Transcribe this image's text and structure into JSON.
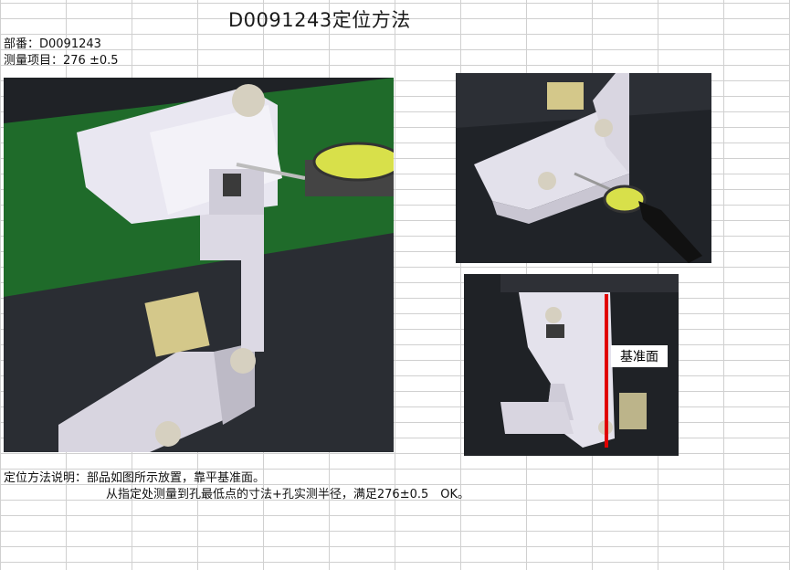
{
  "document": {
    "title": "D0091243定位方法",
    "part_number_line": "部番：D0091243",
    "measure_item_line": "测量项目：276 ±0.5",
    "method_line_1": "定位方法说明：部品如图所示放置，靠平基准面。",
    "method_line_2": "从指定处测量到孔最低点的寸法+孔实测半径，满足276±0.5　OK。"
  },
  "photos": {
    "datum_label": "基准面"
  },
  "colors": {
    "gauge_yellow": "#d8e04a",
    "datum_line": "#e00000",
    "part_white": "#e6e4ee",
    "floor_dark": "#2b2e33",
    "grid_line": "#d0d0d0"
  }
}
